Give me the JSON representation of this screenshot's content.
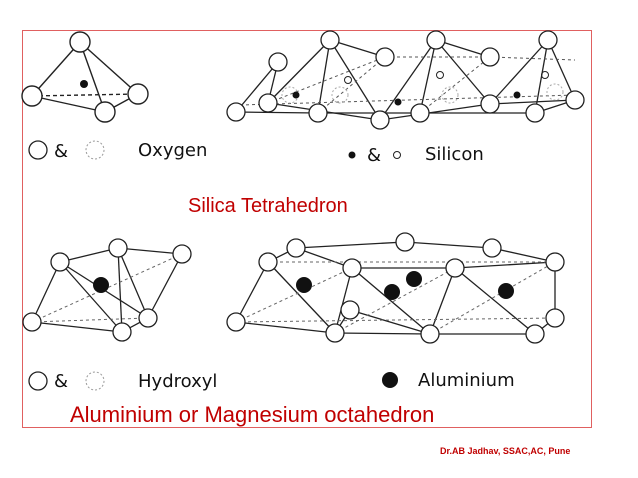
{
  "diagram": {
    "title_tetrahedron": "Silica Tetrahedron",
    "title_octahedron": "Aluminium or Magnesium octahedron",
    "credit": "Dr.AB Jadhav, SSAC,AC, Pune",
    "legend_top": {
      "amp_left": "&",
      "oxygen_label": "Oxygen",
      "amp_right": "&",
      "silicon_label": "Silicon"
    },
    "legend_bottom": {
      "amp": "&",
      "hydroxyl_label": "Hydroxyl",
      "aluminium_label": "Aluminium"
    },
    "colors": {
      "frame": "#e06060",
      "caption_red": "#c00000",
      "ink": "#111111"
    }
  }
}
